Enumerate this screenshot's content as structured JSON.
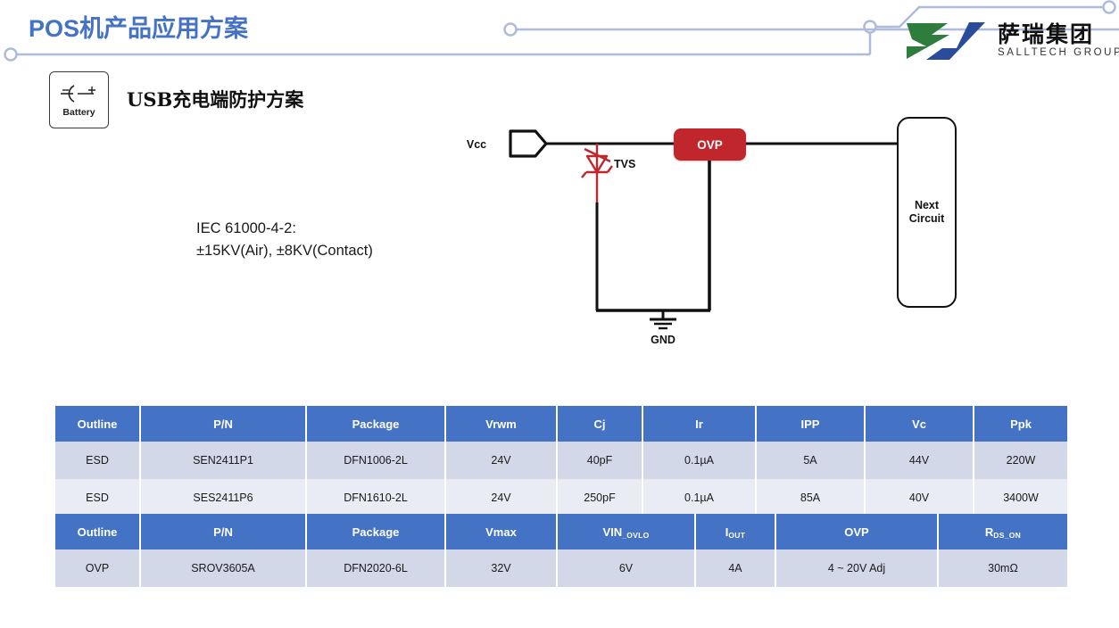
{
  "header": {
    "title": "POS机产品应用方案",
    "title_color": "#4472C4",
    "trace_color": "#AFBBDB"
  },
  "logo": {
    "name_cn": "萨瑞集团",
    "name_en": "SALLTECH GROUP",
    "mark_green": "#2E7D3C",
    "mark_blue": "#2B4C9B"
  },
  "badge": {
    "label": "Battery",
    "icon": "battery-symbol-icon",
    "minus": "–",
    "plus": "+"
  },
  "section": {
    "heading": "USB充电端防护方案"
  },
  "spec": {
    "line1": "IEC 61000-4-2:",
    "line2": "±15KV(Air), ±8KV(Contact)"
  },
  "circuit": {
    "vcc_label": "Vcc",
    "tvs_label": "TVS",
    "gnd_label": "GND",
    "ovp_label": "OVP",
    "next_circuit_label_line1": "Next",
    "next_circuit_label_line2": "Circuit",
    "ovp_color": "#C0262C",
    "tvs_color": "#C0272D",
    "wire_color": "#111111"
  },
  "tables": [
    {
      "id": "esd-table",
      "headers": [
        "Outline",
        "P/N",
        "Package",
        "Vrwm",
        "Cj",
        "Ir",
        "IPP",
        "Vc",
        "Ppk"
      ],
      "rows": [
        [
          "ESD",
          "SEN2411P1",
          "DFN1006-2L",
          "24V",
          "40pF",
          "0.1µA",
          "5A",
          "44V",
          "220W"
        ],
        [
          "ESD",
          "SES2411P6",
          "DFN1610-2L",
          "24V",
          "250pF",
          "0.1µA",
          "85A",
          "40V",
          "3400W"
        ]
      ]
    },
    {
      "id": "ovp-table",
      "headers_rich": [
        {
          "main": "Outline",
          "sub": ""
        },
        {
          "main": "P/N",
          "sub": ""
        },
        {
          "main": "Package",
          "sub": ""
        },
        {
          "main": "Vmax",
          "sub": ""
        },
        {
          "main": "VIN",
          "sub": "_OVLO"
        },
        {
          "main": "I",
          "sub": "OUT"
        },
        {
          "main": "OVP",
          "sub": ""
        },
        {
          "main": "R",
          "sub": "DS_ON"
        }
      ],
      "rows": [
        [
          "OVP",
          "SROV3605A",
          "DFN2020-6L",
          "32V",
          "6V",
          "4A",
          "4 ~ 20V Adj",
          "30mΩ"
        ]
      ]
    }
  ],
  "theme": {
    "header_blue": "#4472C4",
    "row_odd": "#D3D8E8",
    "row_even": "#E9ECF5"
  }
}
